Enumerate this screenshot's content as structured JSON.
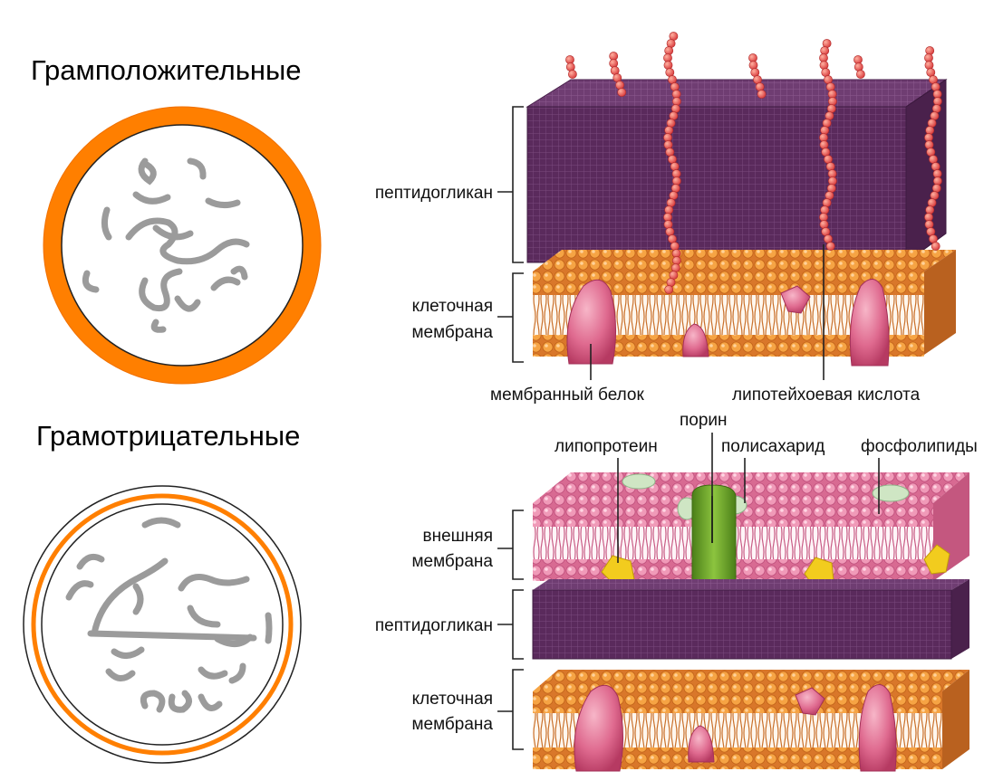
{
  "gram_positive": {
    "title": "Грамположительные",
    "labels": {
      "peptidoglycan": "пептидогликан",
      "cell_membrane_1": "клеточная",
      "cell_membrane_2": "мембрана",
      "membrane_protein": "мембранный белок",
      "lipoteichoic_acid": "липотейхоевая кислота"
    }
  },
  "gram_negative": {
    "title": "Грамотрицательные",
    "labels": {
      "porin": "порин",
      "lipoprotein": "липопротеин",
      "polysaccharide": "полисахарид",
      "phospholipids": "фосфолипиды",
      "outer_membrane_1": "внешняя",
      "outer_membrane_2": "мембрана",
      "peptidoglycan": "пептидогликан",
      "cell_membrane_1": "клеточная",
      "cell_membrane_2": "мембрана"
    }
  },
  "colors": {
    "wall_orange": "#ff7f00",
    "peptidoglycan": "#5a2a5c",
    "lipid_head_orange": "#f39a3a",
    "lipid_head_pink": "#e37aa1",
    "protein_pink": "#d8587c",
    "porin_green": "#5e9a24",
    "lipoprotein_yellow": "#f2cc1e",
    "teichoic_red": "#e04a44",
    "dna_grey": "#9b9b9b"
  }
}
